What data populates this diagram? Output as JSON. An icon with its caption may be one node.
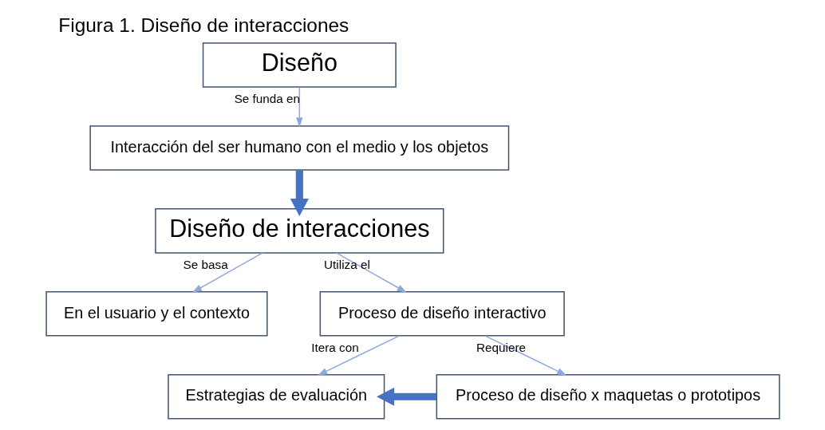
{
  "diagram": {
    "title": "Figura 1. Diseño de interacciones",
    "nodes": [
      {
        "text": [
          "Diseño"
        ]
      },
      {
        "text": [
          "Interacción del ser humano con el medio y los objetos"
        ]
      },
      {
        "text": [
          "Diseño de interacciones"
        ]
      },
      {
        "text": [
          "En el usuario y el contexto"
        ]
      },
      {
        "text": [
          "Proceso de diseño interactivo"
        ]
      },
      {
        "text": [
          "Estrategias de evaluación"
        ]
      },
      {
        "text": [
          "Proceso de diseño x maquetas o prototipos"
        ]
      }
    ],
    "edges": [
      {
        "from": 0,
        "to": 1,
        "arrow": "to",
        "label": "Se funda en"
      },
      {
        "from": 1,
        "to": 2,
        "arrow": "to",
        "style": "thick",
        "color": "#4472c4"
      },
      {
        "from": 2,
        "to": 3,
        "arrow": "to",
        "label": "Se basa"
      },
      {
        "from": 2,
        "to": 4,
        "arrow": "to",
        "label": "Utiliza el"
      },
      {
        "from": 4,
        "to": 5,
        "arrow": "to",
        "label": "Itera con"
      },
      {
        "from": 4,
        "to": 6,
        "arrow": "to",
        "label": "Requiere"
      },
      {
        "from": 6,
        "to": 5,
        "arrow": "to",
        "style": "thick",
        "color": "#4472c4"
      }
    ]
  }
}
